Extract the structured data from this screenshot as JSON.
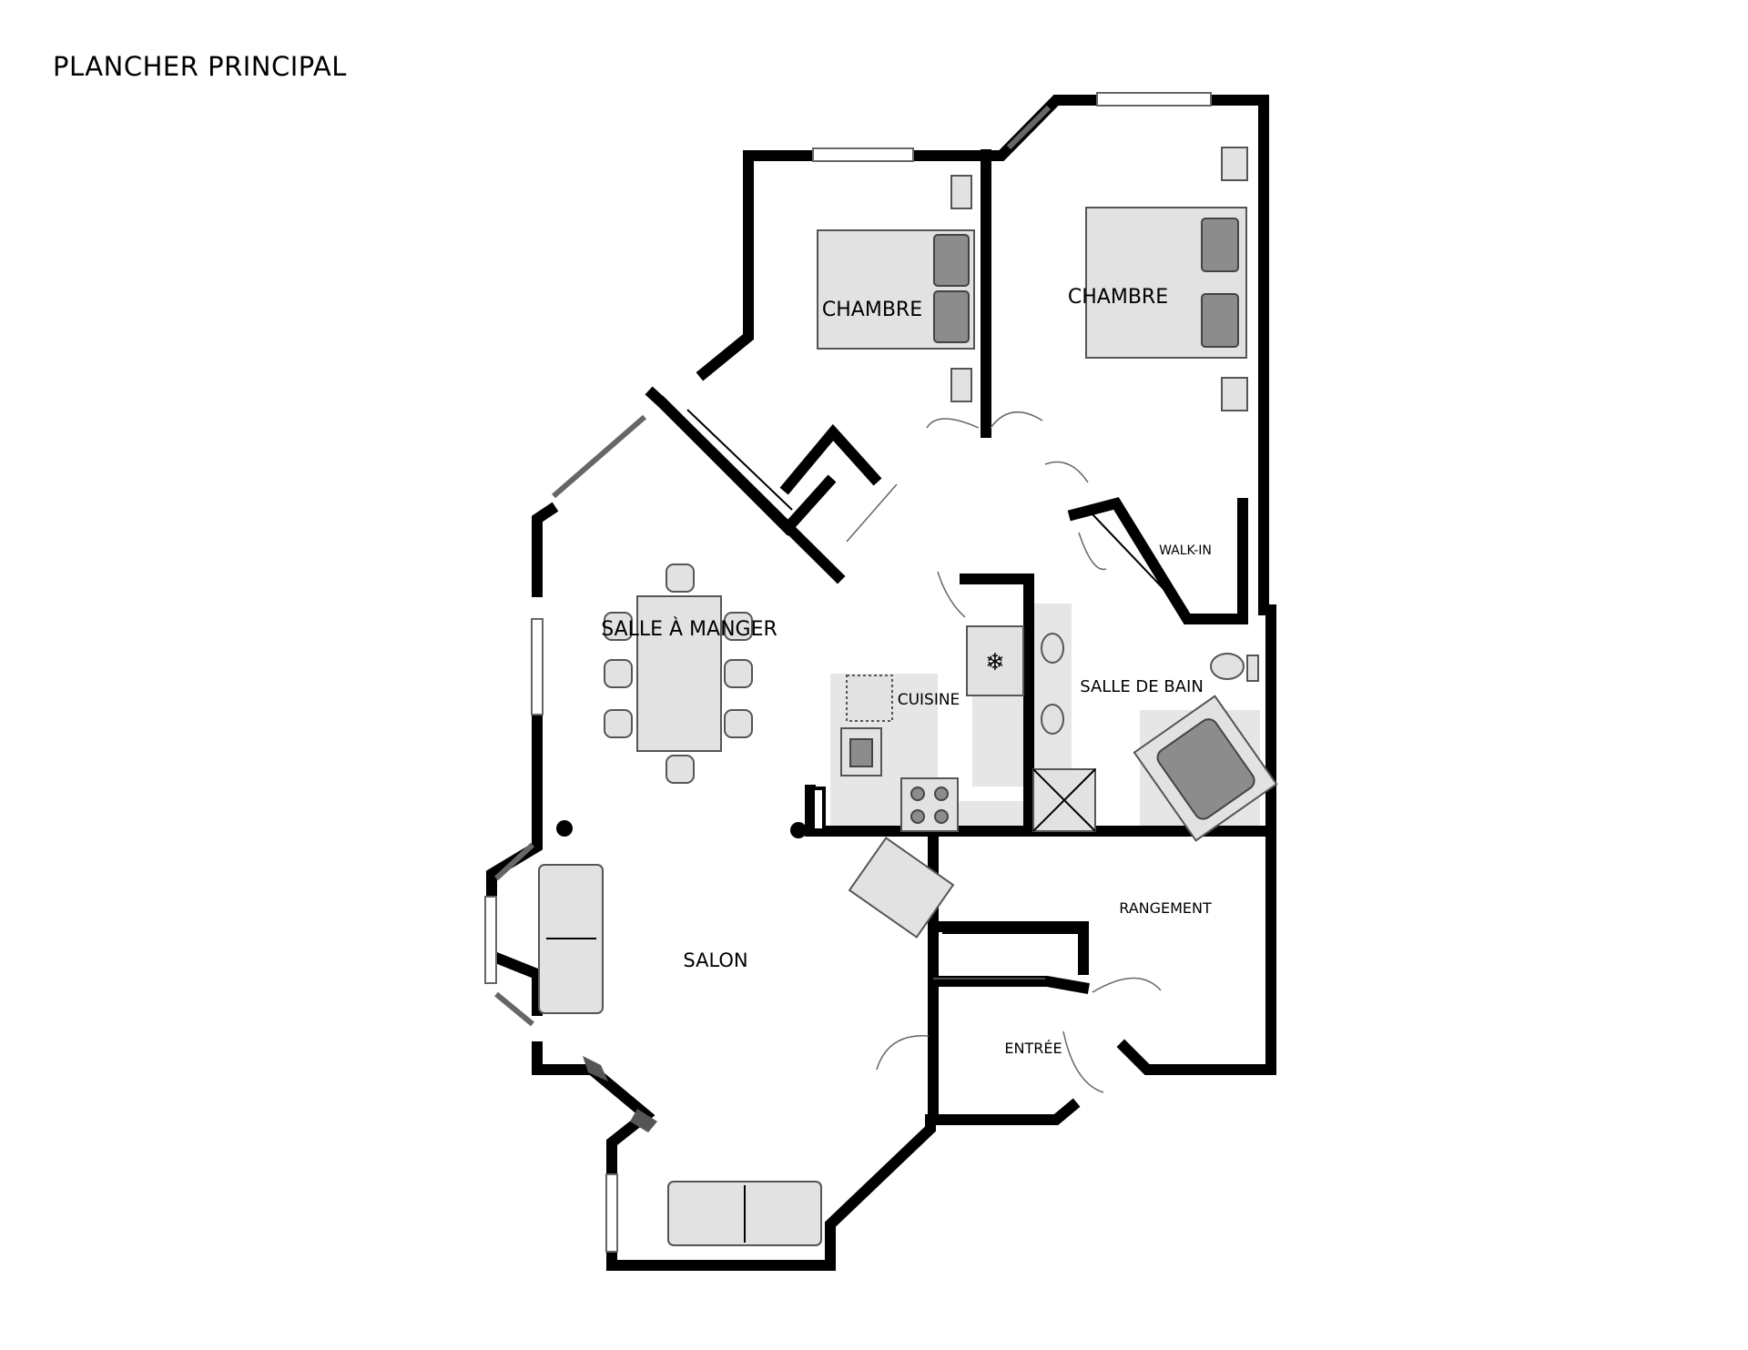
{
  "floor_title": "PLANCHER PRINCIPAL",
  "rooms": {
    "bedroom_1": "CHAMBRE",
    "bedroom_2": "CHAMBRE",
    "walk_in": "WALK-IN",
    "dining": "SALLE À MANGER",
    "kitchen": "CUISINE",
    "bathroom": "SALLE DE BAIN",
    "living": "SALON",
    "storage": "RANGEMENT",
    "entrance": "ENTRÉE"
  },
  "colors": {
    "wall": "#000000",
    "furniture": "#e2e2e2",
    "furniture_dark": "#8c8c8c",
    "window": "#666666"
  }
}
